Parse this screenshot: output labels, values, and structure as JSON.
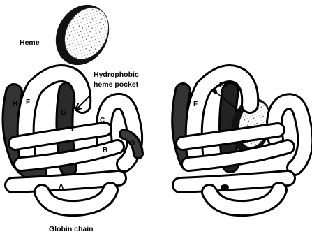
{
  "labels": {
    "heme": "Heme",
    "pocket_line1": "Hydrophobic",
    "pocket_line2": "heme pocket",
    "globin_chain": "Globin chain"
  },
  "helices_left": {
    "A": "A",
    "B": "B",
    "C": "C",
    "D": "D",
    "E": "E",
    "F": "F",
    "G": "G",
    "H": "H"
  },
  "helices_right": {
    "F": "F",
    "E": "E",
    "F8": "F8"
  },
  "colors": {
    "ink": "#000000",
    "tube_fill": "#ffffff",
    "shadow": "#111111"
  }
}
